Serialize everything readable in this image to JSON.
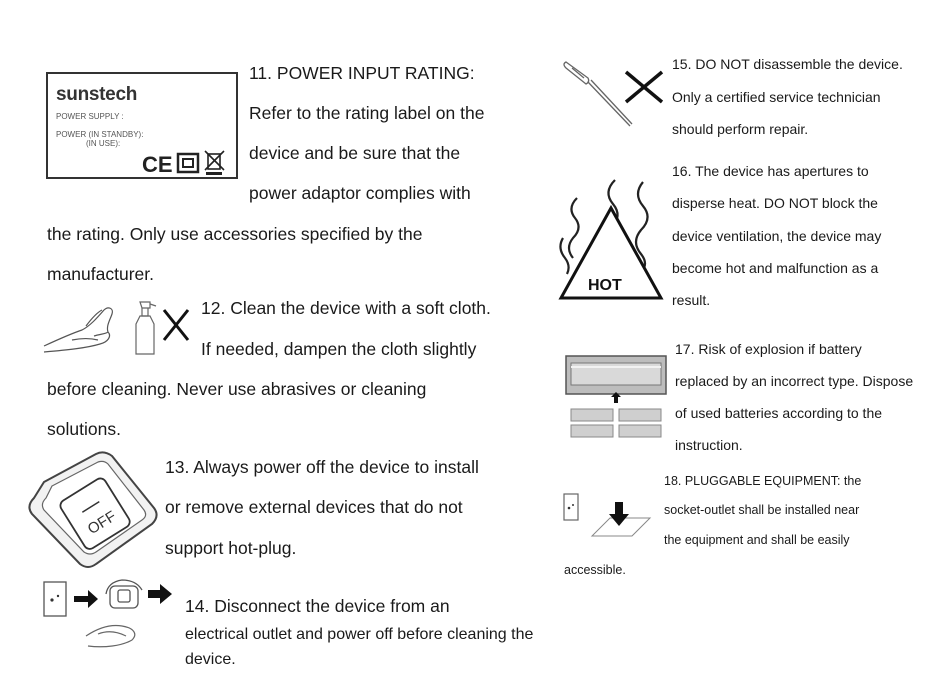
{
  "label": {
    "brand": "sunstech",
    "line1": "POWER SUPPLY :",
    "line2": "POWER (IN STANDBY):",
    "line3": "(IN USE):",
    "ce_mark": "CE"
  },
  "s11": {
    "l1": "11. POWER INPUT RATING:",
    "l2": "Refer to the rating label on the",
    "l3": "device and be sure that the",
    "l4": "power adaptor complies with",
    "l5": "the rating. Only use accessories specified by the",
    "l6": "manufacturer."
  },
  "s12": {
    "l1": "12. Clean the device with a soft cloth.",
    "l2": "If needed, dampen the cloth slightly",
    "l3": "before cleaning. Never use abrasives or cleaning",
    "l4": "solutions."
  },
  "s13": {
    "l1": "13. Always power off the device to install",
    "l2": "or remove external devices that do not",
    "l3": "support hot-plug.",
    "switch_text": "OFF"
  },
  "s14": {
    "l1": "14. Disconnect the device from an",
    "l2": "electrical outlet and power off before cleaning the",
    "l3": "device."
  },
  "s15": {
    "l1": "15. DO NOT disassemble the device.",
    "l2": "Only a certified service technician",
    "l3": "should perform repair."
  },
  "s16": {
    "l1": "16. The device has apertures to",
    "l2": "disperse heat. DO NOT block the",
    "l3": "device ventilation, the device may",
    "l4": "become hot and malfunction as a",
    "l5": "result.",
    "hot_text": "HOT"
  },
  "s17": {
    "l1": "17. Risk of explosion if battery",
    "l2": "replaced by an incorrect type. Dispose",
    "l3": "of used batteries according to the",
    "l4": "instruction."
  },
  "s18": {
    "l1": "18. PLUGGABLE EQUIPMENT: the",
    "l2": "socket-outlet shall be installed near",
    "l3": "the equipment and shall be easily",
    "l4": "accessible."
  }
}
